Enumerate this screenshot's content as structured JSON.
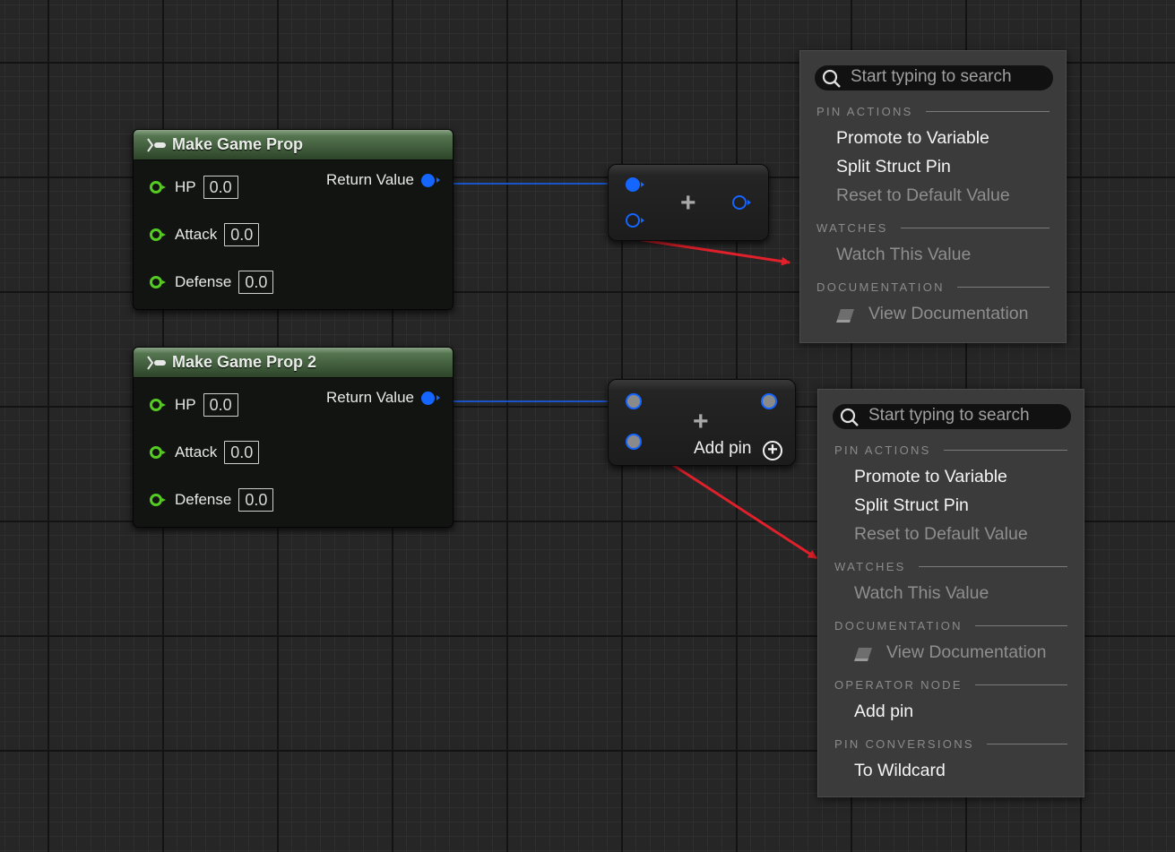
{
  "nodes": [
    {
      "title": "Make Game Prop",
      "pins": [
        {
          "label": "HP",
          "value": "0.0"
        },
        {
          "label": "Attack",
          "value": "0.0"
        },
        {
          "label": "Defense",
          "value": "0.0"
        }
      ],
      "return_label": "Return Value"
    },
    {
      "title": "Make Game Prop 2",
      "pins": [
        {
          "label": "HP",
          "value": "0.0"
        },
        {
          "label": "Attack",
          "value": "0.0"
        },
        {
          "label": "Defense",
          "value": "0.0"
        }
      ],
      "return_label": "Return Value"
    }
  ],
  "operator_nodes": [
    {
      "symbol": "+"
    },
    {
      "symbol": "+",
      "add_pin_label": "Add pin"
    }
  ],
  "menus": [
    {
      "search_placeholder": "Start typing to search",
      "sections": {
        "pin_actions": "PIN ACTIONS",
        "watches": "WATCHES",
        "documentation": "DOCUMENTATION"
      },
      "items": {
        "promote": "Promote to Variable",
        "split": "Split Struct Pin",
        "reset": "Reset to Default Value",
        "watch": "Watch This Value",
        "view_doc": "View Documentation"
      }
    },
    {
      "search_placeholder": "Start typing to search",
      "sections": {
        "pin_actions": "PIN ACTIONS",
        "watches": "WATCHES",
        "documentation": "DOCUMENTATION",
        "operator_node": "OPERATOR NODE",
        "pin_conversions": "PIN CONVERSIONS"
      },
      "items": {
        "promote": "Promote to Variable",
        "split": "Split Struct Pin",
        "reset": "Reset to Default Value",
        "watch": "Watch This Value",
        "view_doc": "View Documentation",
        "add_pin": "Add pin",
        "to_wildcard": "To Wildcard"
      }
    }
  ],
  "colors": {
    "struct_pin": "#1565ff",
    "float_pin": "#55cc22",
    "annotation_arrow": "#e0202a",
    "node_header": "#557550"
  }
}
